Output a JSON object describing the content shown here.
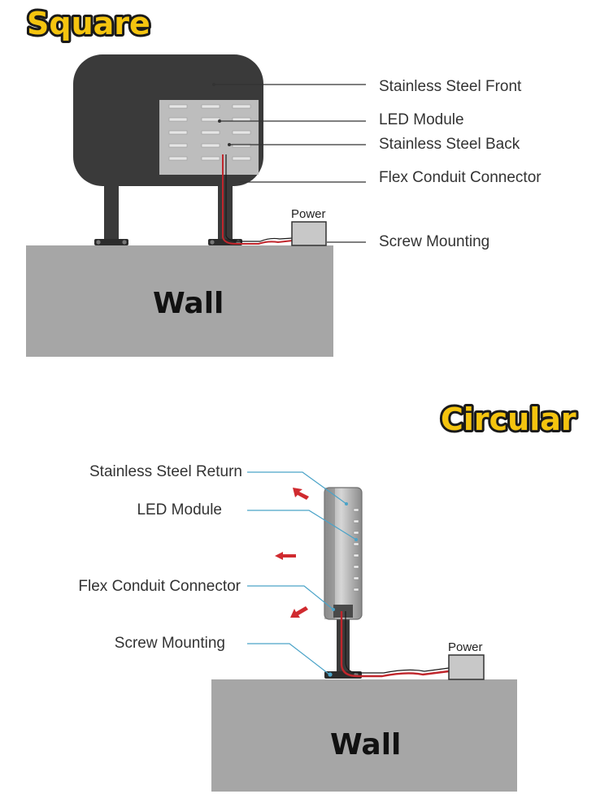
{
  "colors": {
    "heading_fill": "#f4c40f",
    "heading_outline": "#1a1a1a",
    "wall": "#a6a6a6",
    "sign_body": "#3a3a3a",
    "wire": "#c0262c",
    "arrow": "#d02a2f",
    "leader_line_square": "#333333",
    "leader_line_circular": "#4aa3c8"
  },
  "square": {
    "heading": "Square",
    "wall_label": "Wall",
    "power_label": "Power",
    "callouts": [
      {
        "text": "Stainless Steel Front"
      },
      {
        "text": "LED Module"
      },
      {
        "text": "Stainless Steel Back"
      },
      {
        "text": "Flex Conduit Connector"
      },
      {
        "text": "Screw Mounting"
      }
    ]
  },
  "circular": {
    "heading": "Circular",
    "wall_label": "Wall",
    "power_label": "Power",
    "callouts": [
      {
        "text": "Stainless Steel Return"
      },
      {
        "text": "LED Module"
      },
      {
        "text": "Flex Conduit Connector"
      },
      {
        "text": "Screw Mounting"
      }
    ]
  }
}
